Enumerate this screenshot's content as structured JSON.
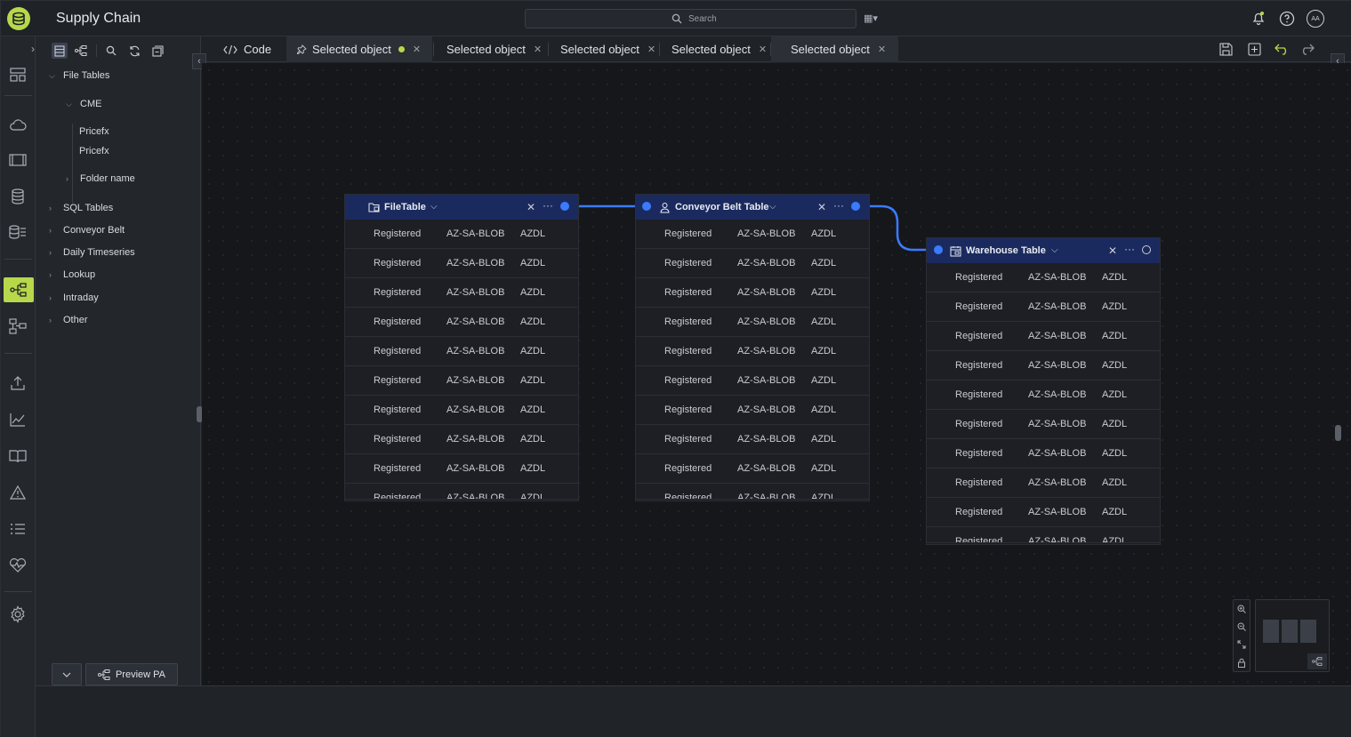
{
  "app": {
    "title": "Supply Chain"
  },
  "search": {
    "placeholder": "Search"
  },
  "topbar": {
    "grid_label": "▦▾",
    "avatar_initials": "AA"
  },
  "explorer": {
    "tree": [
      {
        "label": "File Tables",
        "expanded": true
      },
      {
        "label": "CME",
        "expanded": true
      },
      {
        "label": "Pricefx"
      },
      {
        "label": "Pricefx"
      },
      {
        "label": "Folder name",
        "expanded": false
      },
      {
        "label": "SQL Tables",
        "expanded": false
      },
      {
        "label": "Conveyor Belt",
        "expanded": false
      },
      {
        "label": "Daily Timeseries",
        "expanded": false
      },
      {
        "label": "Lookup",
        "expanded": false
      },
      {
        "label": "Intraday",
        "expanded": false
      },
      {
        "label": "Other",
        "expanded": false
      }
    ],
    "footer": {
      "preview_label": "Preview PA"
    }
  },
  "tabs": [
    {
      "label": "Code",
      "icon": "code-icon"
    },
    {
      "label": "Selected object",
      "pinned": true,
      "modified": true
    },
    {
      "label": "Selected object"
    },
    {
      "label": "Selected object"
    },
    {
      "label": "Selected object"
    },
    {
      "label": "Selected object"
    }
  ],
  "colors": {
    "accent": "#b7d84a",
    "table_header": "#1b2a5e",
    "connector": "#3b7bff"
  },
  "tables": [
    {
      "name": "FileTable",
      "icon": "file-table-icon",
      "rows": [
        [
          "Registered",
          "AZ-SA-BLOB",
          "AZDL"
        ],
        [
          "Registered",
          "AZ-SA-BLOB",
          "AZDL"
        ],
        [
          "Registered",
          "AZ-SA-BLOB",
          "AZDL"
        ],
        [
          "Registered",
          "AZ-SA-BLOB",
          "AZDL"
        ],
        [
          "Registered",
          "AZ-SA-BLOB",
          "AZDL"
        ],
        [
          "Registered",
          "AZ-SA-BLOB",
          "AZDL"
        ],
        [
          "Registered",
          "AZ-SA-BLOB",
          "AZDL"
        ],
        [
          "Registered",
          "AZ-SA-BLOB",
          "AZDL"
        ],
        [
          "Registered",
          "AZ-SA-BLOB",
          "AZDL"
        ],
        [
          "Registered",
          "AZ-SA-BLOB",
          "AZDL"
        ]
      ]
    },
    {
      "name": "Conveyor Belt Table",
      "icon": "conveyor-table-icon",
      "rows": [
        [
          "Registered",
          "AZ-SA-BLOB",
          "AZDL"
        ],
        [
          "Registered",
          "AZ-SA-BLOB",
          "AZDL"
        ],
        [
          "Registered",
          "AZ-SA-BLOB",
          "AZDL"
        ],
        [
          "Registered",
          "AZ-SA-BLOB",
          "AZDL"
        ],
        [
          "Registered",
          "AZ-SA-BLOB",
          "AZDL"
        ],
        [
          "Registered",
          "AZ-SA-BLOB",
          "AZDL"
        ],
        [
          "Registered",
          "AZ-SA-BLOB",
          "AZDL"
        ],
        [
          "Registered",
          "AZ-SA-BLOB",
          "AZDL"
        ],
        [
          "Registered",
          "AZ-SA-BLOB",
          "AZDL"
        ],
        [
          "Registered",
          "AZ-SA-BLOB",
          "AZDL"
        ]
      ]
    },
    {
      "name": "Warehouse Table",
      "icon": "warehouse-table-icon",
      "rows": [
        [
          "Registered",
          "AZ-SA-BLOB",
          "AZDL"
        ],
        [
          "Registered",
          "AZ-SA-BLOB",
          "AZDL"
        ],
        [
          "Registered",
          "AZ-SA-BLOB",
          "AZDL"
        ],
        [
          "Registered",
          "AZ-SA-BLOB",
          "AZDL"
        ],
        [
          "Registered",
          "AZ-SA-BLOB",
          "AZDL"
        ],
        [
          "Registered",
          "AZ-SA-BLOB",
          "AZDL"
        ],
        [
          "Registered",
          "AZ-SA-BLOB",
          "AZDL"
        ],
        [
          "Registered",
          "AZ-SA-BLOB",
          "AZDL"
        ],
        [
          "Registered",
          "AZ-SA-BLOB",
          "AZDL"
        ],
        [
          "Registered",
          "AZ-SA-BLOB",
          "AZDL"
        ]
      ]
    }
  ]
}
